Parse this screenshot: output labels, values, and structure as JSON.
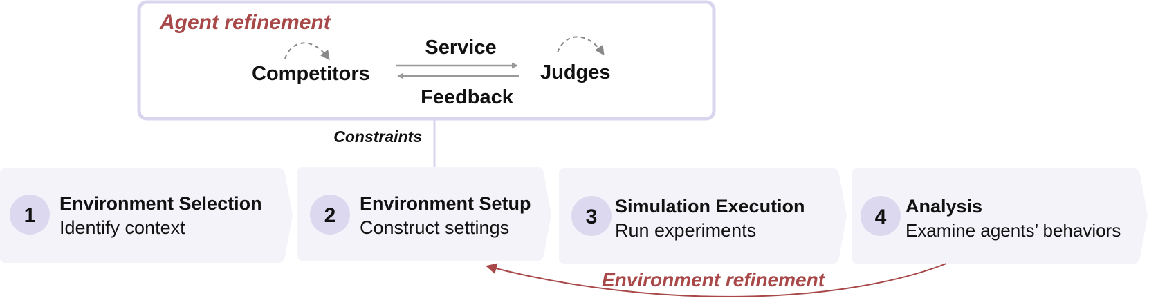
{
  "agent_refinement": {
    "title": "Agent refinement",
    "competitors": "Competitors",
    "judges": "Judges",
    "service": "Service",
    "feedback": "Feedback"
  },
  "constraints_label": "Constraints",
  "steps": [
    {
      "number": "1",
      "title": "Environment Selection",
      "subtitle": "Identify context"
    },
    {
      "number": "2",
      "title": "Environment Setup",
      "subtitle": "Construct settings"
    },
    {
      "number": "3",
      "title": "Simulation Execution",
      "subtitle": "Run experiments"
    },
    {
      "number": "4",
      "title": "Analysis",
      "subtitle": "Examine agents’ behaviors"
    }
  ],
  "environment_refinement": "Environment refinement",
  "colors": {
    "box_border": "#d8d5ee",
    "step_fill": "#f4f3fa",
    "circle_fill": "#dcd8ef",
    "accent_red": "#a84848",
    "arrow_gray": "#999999",
    "text": "#111111"
  }
}
